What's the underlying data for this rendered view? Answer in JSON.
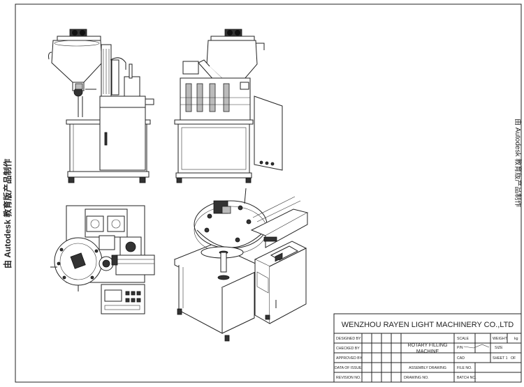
{
  "watermark": {
    "left_text": "由 Autodesk 教育版产品制作",
    "right_text": "由 Autodesk 教育版产品制作"
  },
  "title_block": {
    "company": "WENZHOU RAYEN LIGHT MACHINERY CO.,LTD",
    "product_name_line1": "ROTARY FILLING",
    "product_name_line2": "MACHINE",
    "labels": {
      "designed_by": "DESIGNED BY",
      "checked_by": "CHECKED BY",
      "approved_by": "APPROVED BY",
      "date_of_issue": "DATA OF ISSUE",
      "revision_no": "REVISION NO.",
      "assembly_drawing": "ASSEMBLY DRAWING",
      "drawing_no": "DRAWING NO.",
      "scale": "SCALE",
      "weight": "WEIGHT",
      "weight_unit": "kg",
      "pn": "P/N",
      "size": "SIZE",
      "cad": "CAD",
      "sheet": "SHEET 1",
      "of": "OF",
      "file_no": "FILE NO.",
      "batch_no": "BATCH NO."
    }
  },
  "views": [
    "front-view",
    "side-view",
    "top-view",
    "isometric-view"
  ]
}
